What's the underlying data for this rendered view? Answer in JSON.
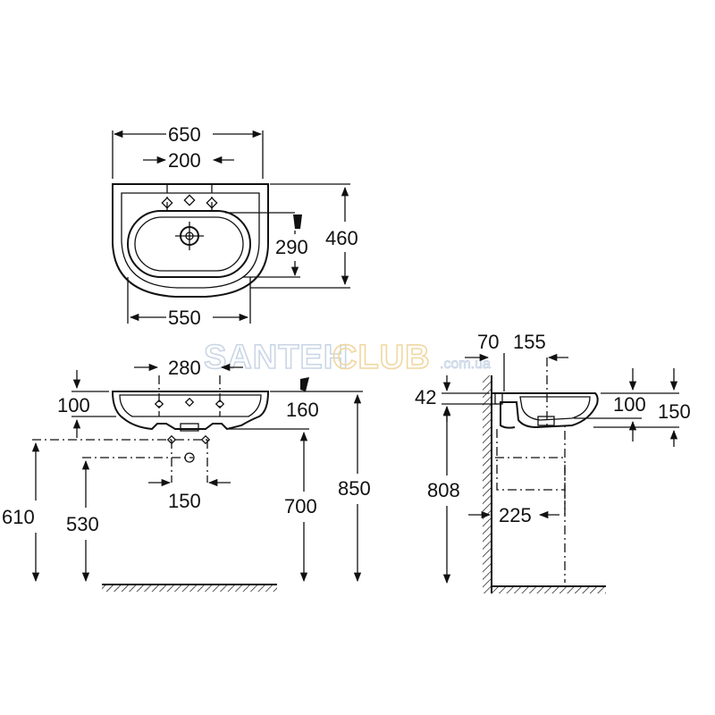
{
  "watermark": {
    "part1": "SANTEH",
    "part2": "CLUB",
    "suffix": ".com.ua"
  },
  "top_view": {
    "width": "650",
    "tap_spacing": "200",
    "bowl_width": "550",
    "depth": "460",
    "bowl_depth": "290"
  },
  "front_view": {
    "tap_spacing": "280",
    "rim_height": "100",
    "rim_to_bowl": "160",
    "supply_height_left": "610",
    "drain_height_left": "530",
    "drain_spacing": "150",
    "underside_height": "700",
    "total_height": "850"
  },
  "side_view": {
    "wall_offset": "70",
    "pedestal_offset": "155",
    "overflow_height": "42",
    "rim_height": "100",
    "bowl_depth": "150",
    "floor_to_waste": "808",
    "pedestal_depth": "225"
  }
}
